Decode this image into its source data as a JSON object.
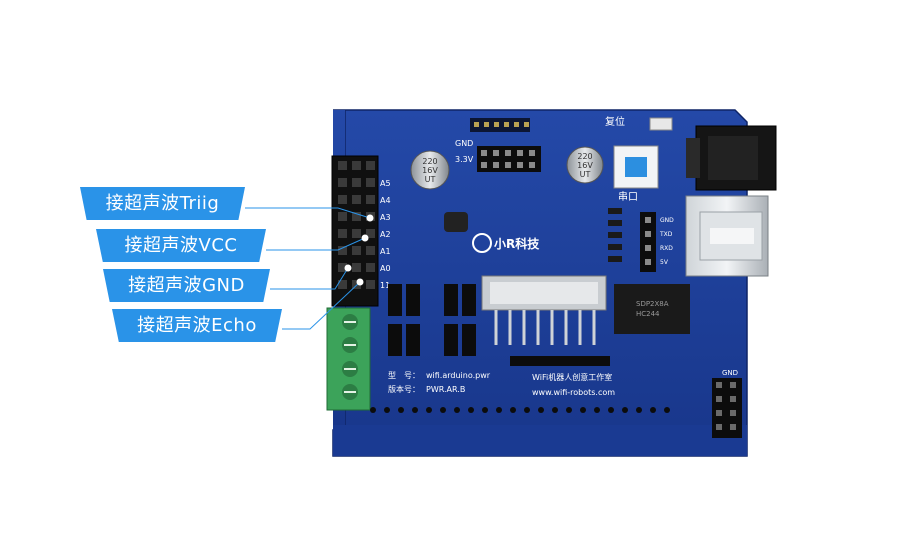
{
  "callouts": [
    {
      "label": "接超声波Triig"
    },
    {
      "label": "接超声波VCC"
    },
    {
      "label": "接超声波GND"
    },
    {
      "label": "接超声波Echo"
    }
  ],
  "board": {
    "reset_label": "复位",
    "serial_label": "串口",
    "logo_text": "小R科技",
    "chip_text": "SDP2X8A",
    "chip_code": "HC244",
    "model_label": "型　号：",
    "model_value": "wifi.arduino.pwr",
    "version_label": "版本号：",
    "version_value": "PWR.AR.B",
    "studio_text": "WiFi机器人创意工作室",
    "website_text": "www.wifi-robots.com",
    "cap_value": "220",
    "cap_voltage": "16V",
    "cap_series": "UT",
    "gnd_label": "GND",
    "v33_label": "3.3V",
    "v5_label": "5V",
    "header_labels": [
      "A5",
      "A4",
      "A3",
      "A2",
      "A1",
      "A0",
      "11"
    ],
    "serial_pins": [
      "GND",
      "TXD",
      "RXD",
      "5V"
    ]
  },
  "colors": {
    "callout": "#2a93e8",
    "board": "#1d3f9c",
    "leader_line": "#2a93e8",
    "terminal": "#3ca35a"
  }
}
